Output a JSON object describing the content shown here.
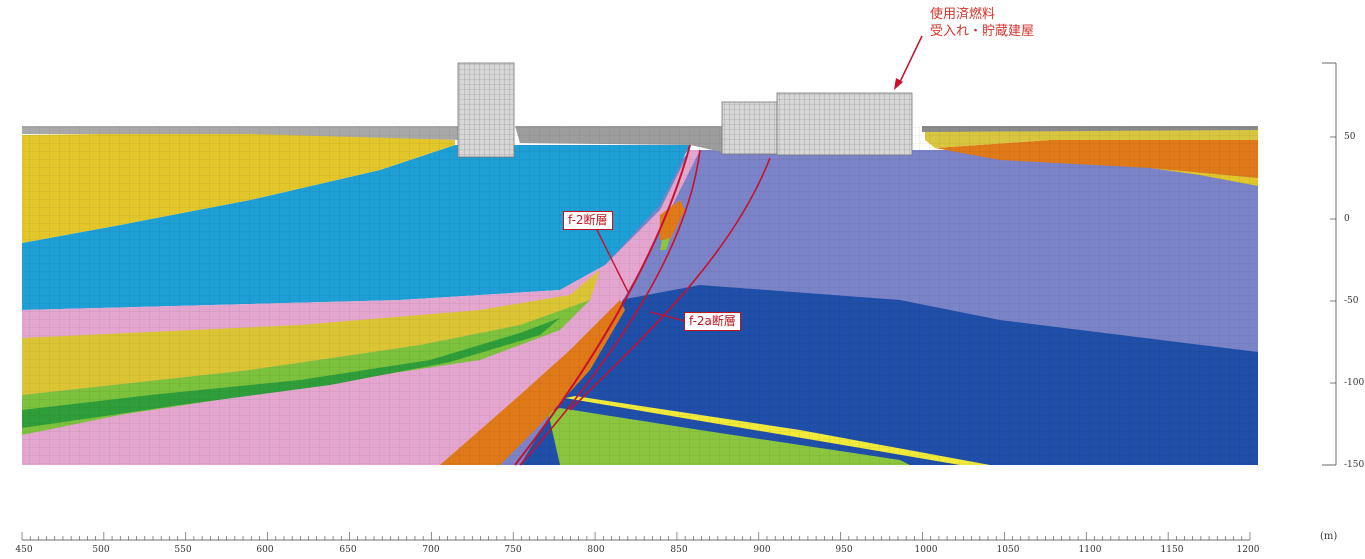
{
  "annotations": {
    "building_label_line1": "使用済燃料",
    "building_label_line2": "受入れ・貯蔵建屋",
    "fault_f2": "f-2断層",
    "fault_f2a": "f-2a断層"
  },
  "axes": {
    "x_ticks": [
      "450",
      "500",
      "550",
      "600",
      "650",
      "700",
      "750",
      "800",
      "850",
      "900",
      "950",
      "1000",
      "1050",
      "1100",
      "1150",
      "1200"
    ],
    "y_ticks": [
      "50",
      "0",
      "-50",
      "-100",
      "-150"
    ],
    "x_unit": "(m)"
  },
  "colors": {
    "fault_line": "#c8102e",
    "layer_yellow": "#e2c62a",
    "layer_cyan": "#1e9fd6",
    "layer_pink": "#e4a6cf",
    "layer_green": "#7cc23c",
    "layer_darkgreen": "#2f9e3a",
    "layer_orange": "#e07a18",
    "layer_lavender": "#7b84c8",
    "layer_navy": "#1f4fa8",
    "grid_building": "#cfcfcf"
  }
}
